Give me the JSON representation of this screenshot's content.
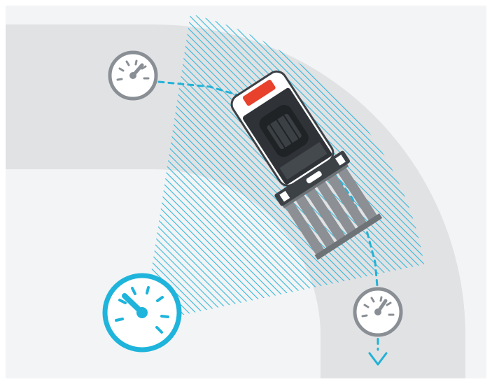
{
  "colors": {
    "background": "#F3F4F6",
    "road": "#E1E2E4",
    "scan_hatch": "#2BB5D8",
    "path": "#23B2D6",
    "gauge_gray": "#8A8F95",
    "gauge_cyan": "#1EB4DB",
    "vehicle_body": "#2F3337",
    "vehicle_shell": "#FFFFFF",
    "vehicle_light": "#E8412C",
    "forks": "#8C9094"
  },
  "icons": {
    "gauge_upper_left": "speedometer-icon",
    "gauge_main": "speedometer-icon",
    "gauge_right": "speedometer-icon",
    "vehicle": "forklift-agv-icon",
    "arrow": "chevron-down-icon"
  },
  "gauge_levels": {
    "gauge_upper_left": 0.75,
    "gauge_main": 0.25,
    "gauge_right": 0.75
  }
}
